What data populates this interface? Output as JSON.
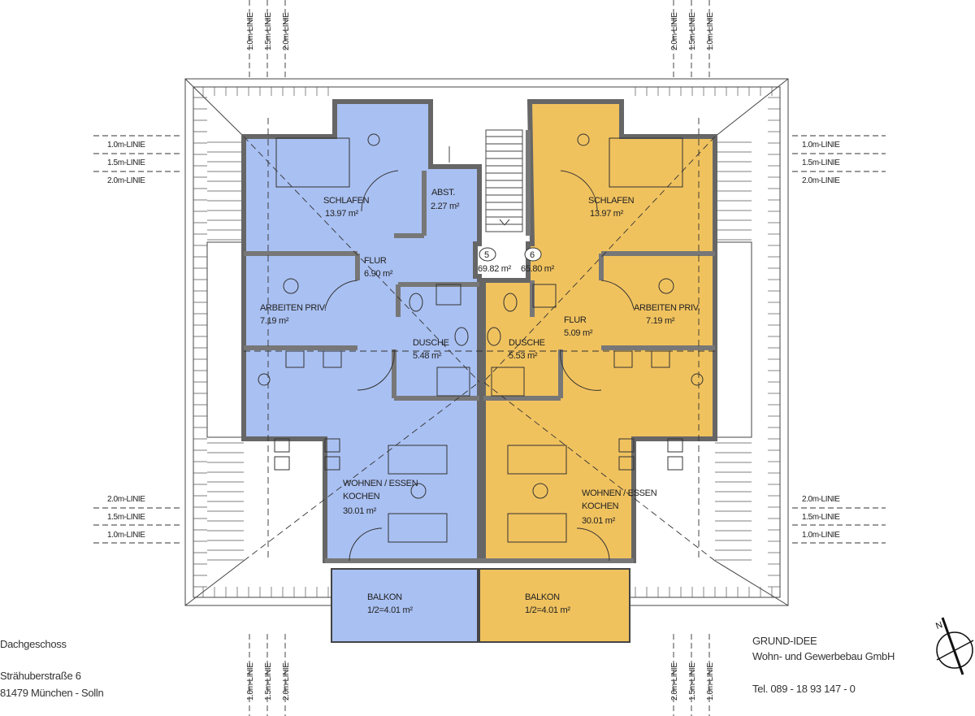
{
  "colors": {
    "unit5": "#a9c0f2",
    "unit6": "#f0c25e",
    "wall": "#808080",
    "line": "#333333"
  },
  "dimension_labels": {
    "l10": "1.0m-LINIE",
    "l15": "1.5m-LINIE",
    "l20": "2.0m-LINIE"
  },
  "units": [
    {
      "number": "5",
      "area": "69.82 m²"
    },
    {
      "number": "6",
      "area": "65.80 m²"
    }
  ],
  "rooms_left": {
    "schlafen": {
      "name": "SCHLAFEN",
      "area": "13.97 m²"
    },
    "abst": {
      "name": "ABST.",
      "area": "2.27 m²"
    },
    "flur": {
      "name": "FLUR",
      "area": "6.90 m²"
    },
    "arbeiten": {
      "name": "ARBEITEN PRIV.",
      "area": "7.19 m²"
    },
    "dusche": {
      "name": "DUSCHE",
      "area": "5.48 m²"
    },
    "wohnen": {
      "name": "WOHNEN / ESSEN",
      "name2": "KOCHEN",
      "area": "30.01 m²"
    },
    "balkon": {
      "name": "BALKON",
      "area": "1/2=4.01 m²"
    }
  },
  "rooms_right": {
    "schlafen": {
      "name": "SCHLAFEN",
      "area": "13.97 m²"
    },
    "flur": {
      "name": "FLUR",
      "area": "5.09 m²"
    },
    "arbeiten": {
      "name": "ARBEITEN PRIV.",
      "area": "7.19 m²"
    },
    "dusche": {
      "name": "DUSCHE",
      "area": "5.53 m²"
    },
    "wohnen": {
      "name": "WOHNEN / ESSEN",
      "name2": "KOCHEN",
      "area": "30.01 m²"
    },
    "balkon": {
      "name": "BALKON",
      "area": "1/2=4.01 m²"
    }
  },
  "info": {
    "floor": "Dachgeschoss",
    "street": "Strähuberstraße 6",
    "city": "81479 München - Solln",
    "company1": "GRUND-IDEE",
    "company2": "Wohn- und Gewerbebau GmbH",
    "phone": "Tel. 089 - 18 93 147 - 0"
  }
}
